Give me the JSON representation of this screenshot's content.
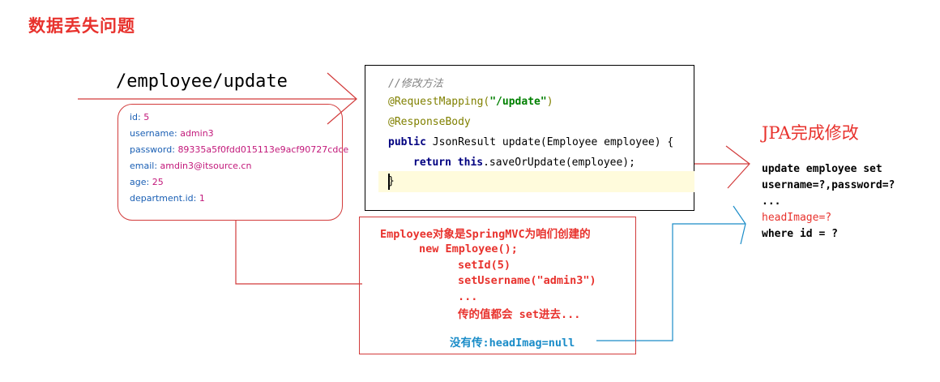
{
  "title": "数据丢失问题",
  "request": {
    "url": "/employee/update",
    "fields": [
      {
        "key": "id:",
        "value": "5"
      },
      {
        "key": "username:",
        "value": "admin3"
      },
      {
        "key": "password:",
        "value": "89335a5f0fdd015113e9acf90727cdce"
      },
      {
        "key": "email:",
        "value": "amdin3@itsource.cn"
      },
      {
        "key": "age:",
        "value": "25"
      },
      {
        "key": "department.id:",
        "value": "1"
      }
    ]
  },
  "code": {
    "comment": "//修改方法",
    "mapping_annotation": "@RequestMapping(",
    "mapping_path": "\"/update\"",
    "mapping_close": ")",
    "response_annotation": "@ResponseBody",
    "sig_public": "public",
    "sig_rest": " JsonResult update(",
    "sig_param": "Employee employee",
    "sig_end": ") {",
    "ret_return": "return",
    "ret_this": "this",
    "ret_call": ".saveOrUpdate(employee);",
    "close_brace": "}"
  },
  "jpa": {
    "title": "JPA完成修改",
    "sql_lines": [
      "update employee set",
      "username=?,password=?",
      "...",
      "headImage=?",
      "where id = ?"
    ]
  },
  "explanation": {
    "line1": "Employee对象是SpringMVC为咱们创建的",
    "line2": "new Employee();",
    "line3": "setId(5)",
    "line4": "setUsername(\"admin3\")",
    "line5": "...",
    "line6": "传的值都会 set进去...",
    "missing": "没有传:headImag=null"
  },
  "colors": {
    "red": "#e8322d",
    "blue": "#1a8cc8",
    "key_blue": "#1a5fb4",
    "value_magenta": "#c2187a"
  }
}
